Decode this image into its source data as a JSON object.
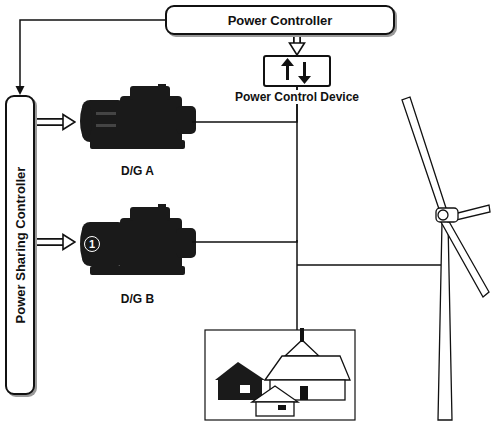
{
  "diagram": {
    "nodes": [
      {
        "text": [
          "Power Controller"
        ]
      },
      {
        "text": [
          "Power Control Device"
        ]
      },
      {
        "text": [
          "Power Sharing Controller"
        ]
      },
      {
        "text": [
          "D/G A"
        ]
      },
      {
        "text": [
          "D/G B"
        ]
      }
    ],
    "edges": [
      {
        "from": 0,
        "to": 2,
        "arrow": "to"
      },
      {
        "from": 0,
        "to": 1,
        "arrow": "to"
      },
      {
        "from": 2,
        "to": 3,
        "arrow": "to"
      },
      {
        "from": 2,
        "to": 4,
        "arrow": "to"
      },
      {
        "from": 3,
        "to": 1,
        "arrow": "none"
      },
      {
        "from": 4,
        "to": 1,
        "arrow": "none"
      }
    ],
    "labels": [
      "1"
    ]
  }
}
